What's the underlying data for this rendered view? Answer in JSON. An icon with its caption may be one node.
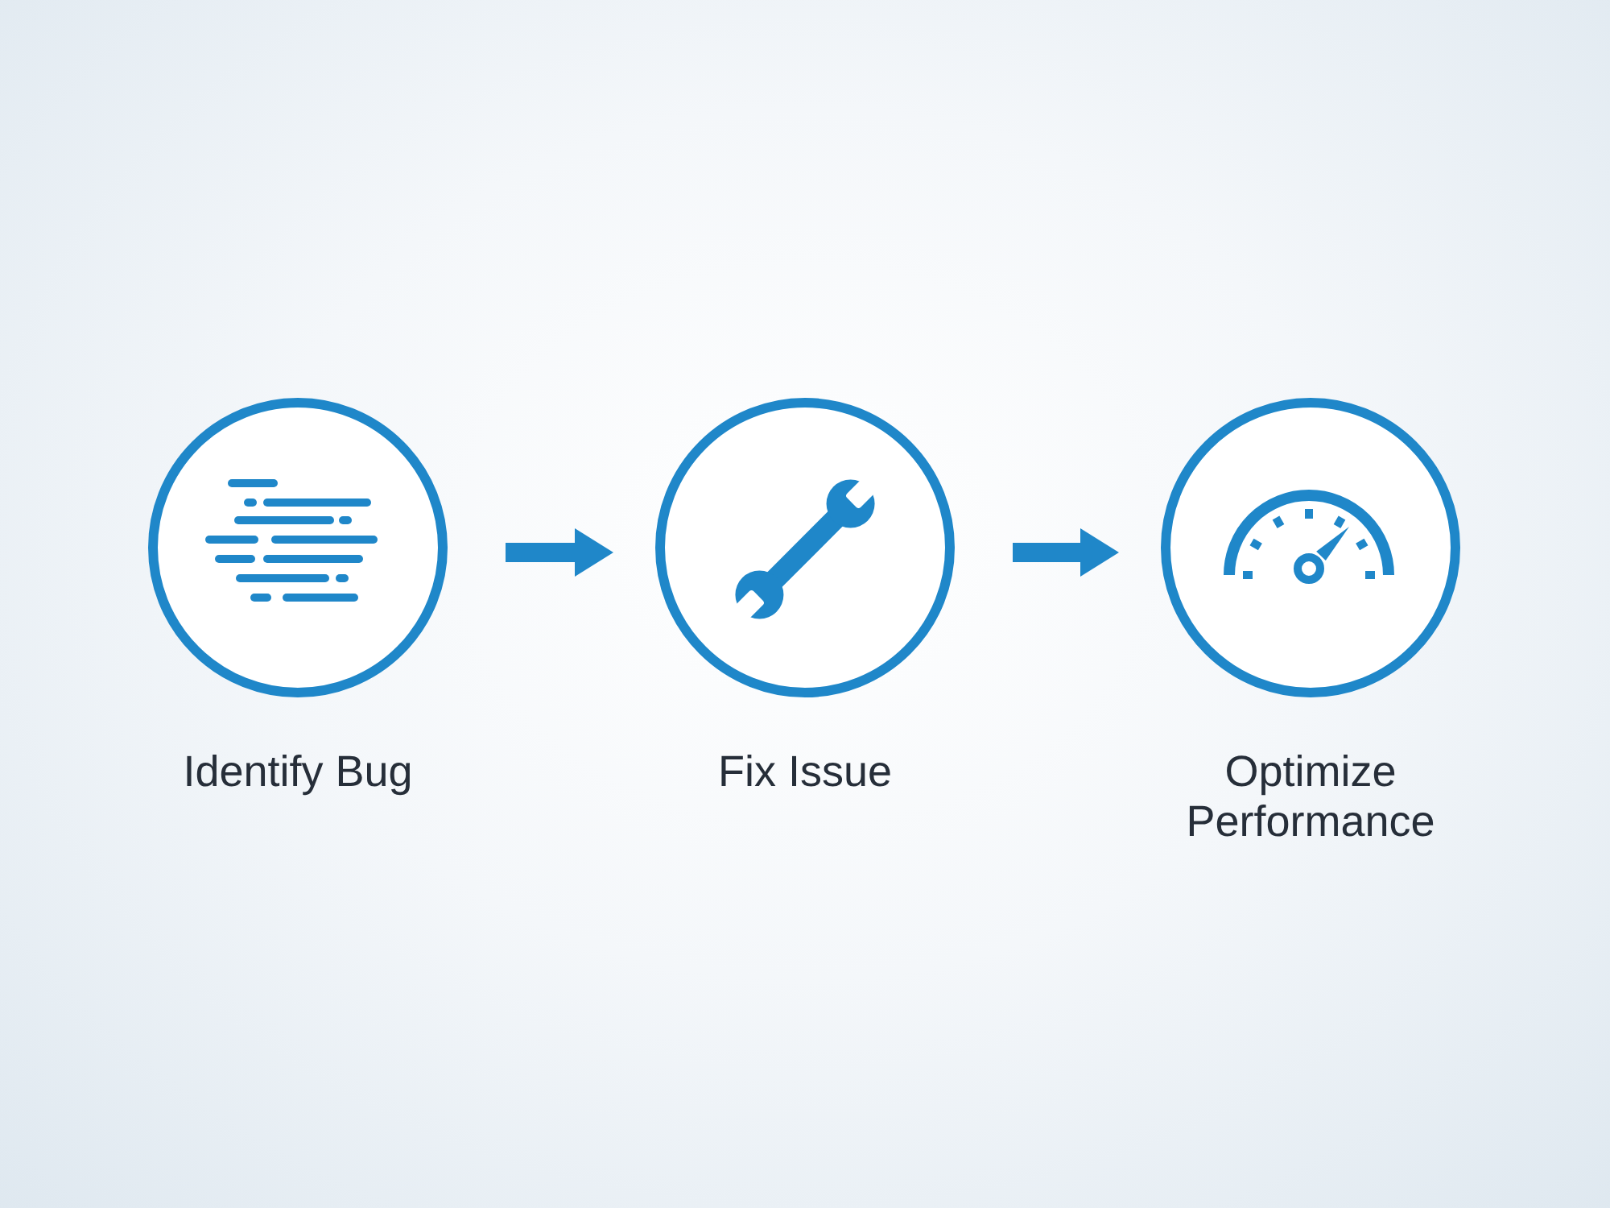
{
  "diagram": {
    "nodes": [
      {
        "text": [
          "Identify Bug"
        ]
      },
      {
        "text": [
          "Fix Issue"
        ]
      },
      {
        "text": [
          "Optimize Performance"
        ]
      }
    ],
    "edges": [
      {
        "from": 0,
        "to": 1,
        "arrow": "to"
      },
      {
        "from": 1,
        "to": 2,
        "arrow": "to"
      }
    ]
  }
}
